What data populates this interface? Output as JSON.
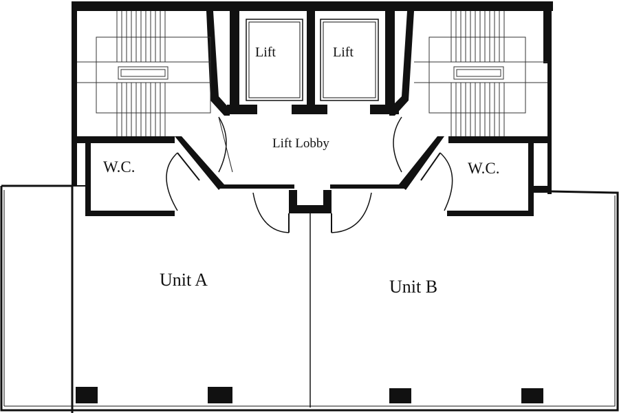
{
  "rooms": {
    "lift_left": "Lift",
    "lift_right": "Lift",
    "lift_lobby": "Lift Lobby",
    "wc_left": "W.C.",
    "wc_right": "W.C.",
    "unit_a": "Unit A",
    "unit_b": "Unit B"
  },
  "colors": {
    "wall": "#111111",
    "background": "#ffffff"
  }
}
